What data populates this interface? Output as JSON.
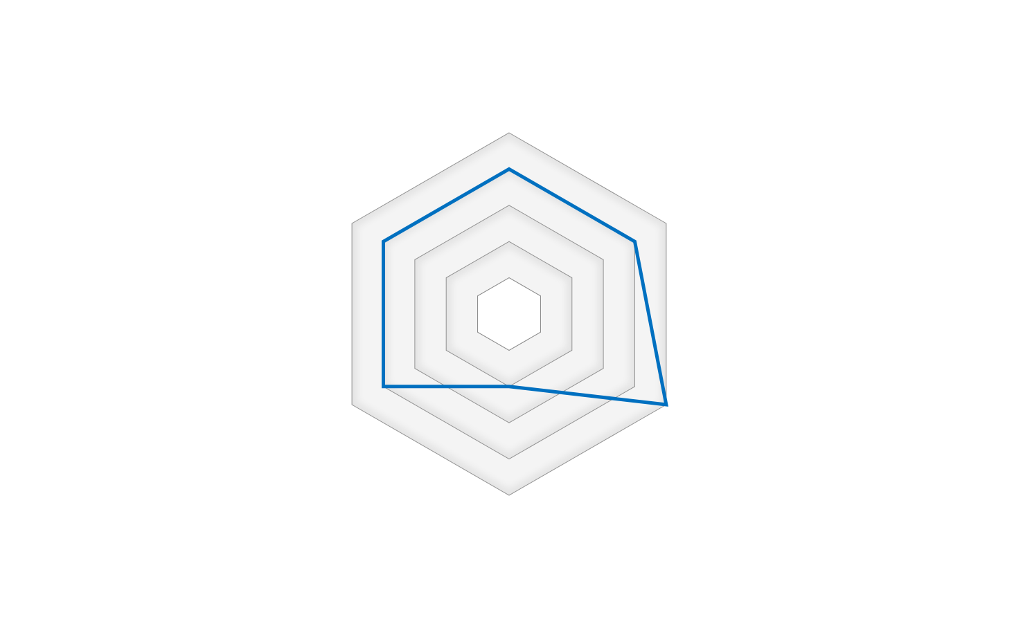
{
  "chart_data": {
    "type": "radar",
    "axes_count": 6,
    "levels": 5,
    "range": [
      0,
      5
    ],
    "grid": true,
    "legend": "none",
    "series": [
      {
        "values": [
          4,
          4,
          5,
          2,
          4,
          4
        ]
      }
    ]
  },
  "colors": {
    "series_line": "#0070c0",
    "ring_outer": "#e4e4e4",
    "ring_inner": "#ffffff",
    "ring_stroke": "#8c8c8c",
    "background": "#ffffff"
  }
}
